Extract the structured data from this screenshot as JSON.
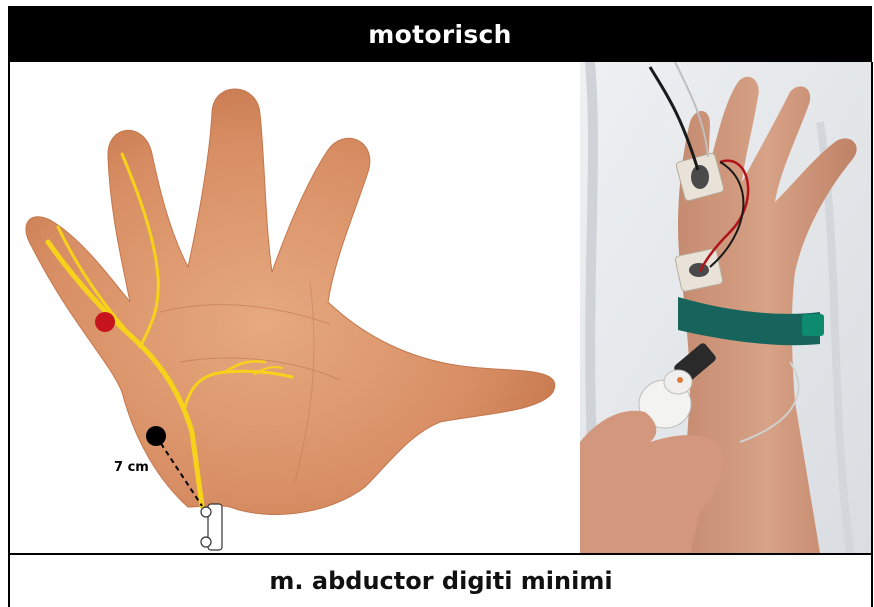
{
  "header": {
    "title": "motorisch"
  },
  "illustration": {
    "distance_label": "7 cm"
  },
  "caption": {
    "text": "m. abductor digiti minimi"
  },
  "colors": {
    "nerve": "#f7d21b",
    "stim_point_distal": "#c8141c",
    "stim_point_proximal": "#000000",
    "skin": "#dd9870"
  }
}
